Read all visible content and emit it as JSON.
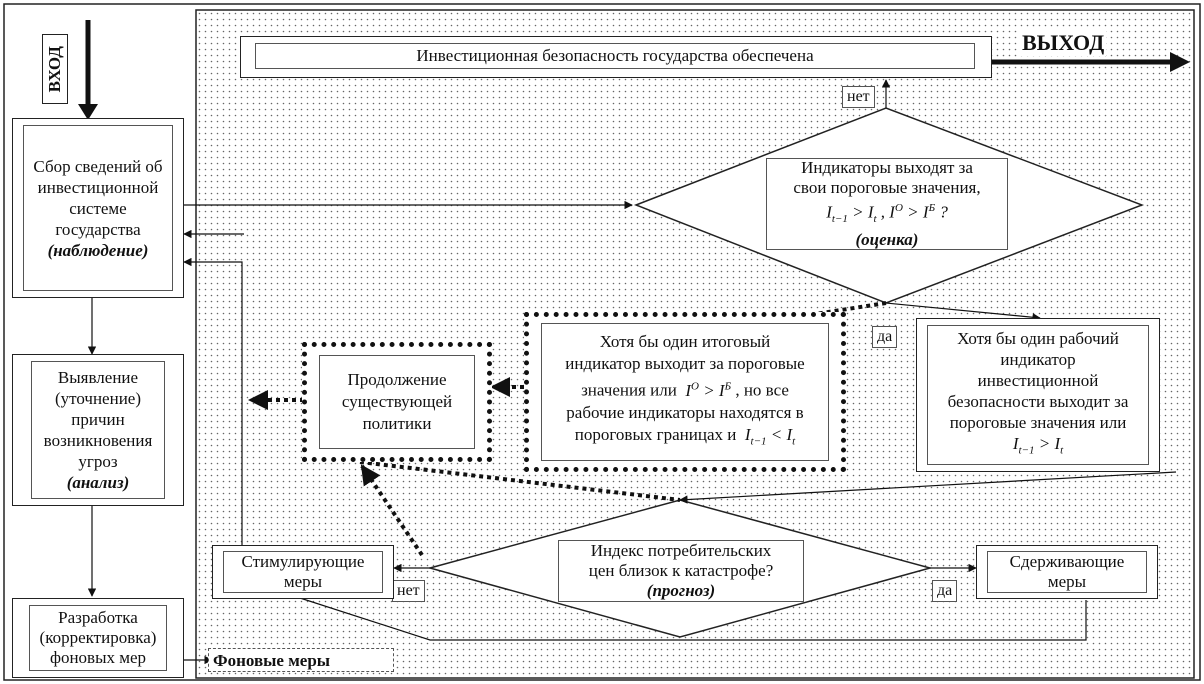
{
  "io": {
    "input_label": "ВХОД",
    "output_label": "ВЫХОД"
  },
  "top_box": {
    "text": "Инвестиционная безопасность государства обеспечена"
  },
  "left_column": {
    "collect": {
      "lines": [
        "Сбор сведений об",
        "инвестиционной",
        "системе",
        "государства"
      ],
      "stage": "(наблюдение)"
    },
    "identify": {
      "lines": [
        "Выявление",
        "(уточнение)",
        "причин",
        "возникновения",
        "угроз"
      ],
      "stage": "(анализ)"
    },
    "develop": {
      "lines": [
        "Разработка",
        "(корректировка)",
        "фоновых мер"
      ]
    }
  },
  "background_measures": "Фоновые меры",
  "diamond_top": {
    "lines": [
      "Индикаторы  выходят за",
      "свои пороговые значения,"
    ],
    "stage": "(оценка)"
  },
  "diamond_bottom": {
    "lines": [
      "Индекс потребительских",
      "цен близок к катастрофе?"
    ],
    "stage": "(прогноз)"
  },
  "final_box": {
    "lines": [
      "Хотя бы один итоговый",
      "индикатор выходит за пороговые",
      "значения или",
      ", но все",
      "рабочие индикаторы находятся в",
      "пороговых границах и"
    ]
  },
  "working_box": {
    "lines": [
      "Хотя бы один рабочий",
      "индикатор",
      "инвестиционной",
      "безопасности выходит за",
      "пороговые значения или"
    ]
  },
  "continue_box": {
    "lines": [
      "Продолжение",
      "существующей",
      "политики"
    ]
  },
  "stimulating": {
    "lines": [
      "Стимулирующие",
      "меры"
    ]
  },
  "restraining": {
    "lines": [
      "Сдерживающие",
      "меры"
    ]
  },
  "labels": {
    "no_top": "нет",
    "yes_mid": "да",
    "no_bottom": "нет",
    "yes_bottom": "да"
  }
}
